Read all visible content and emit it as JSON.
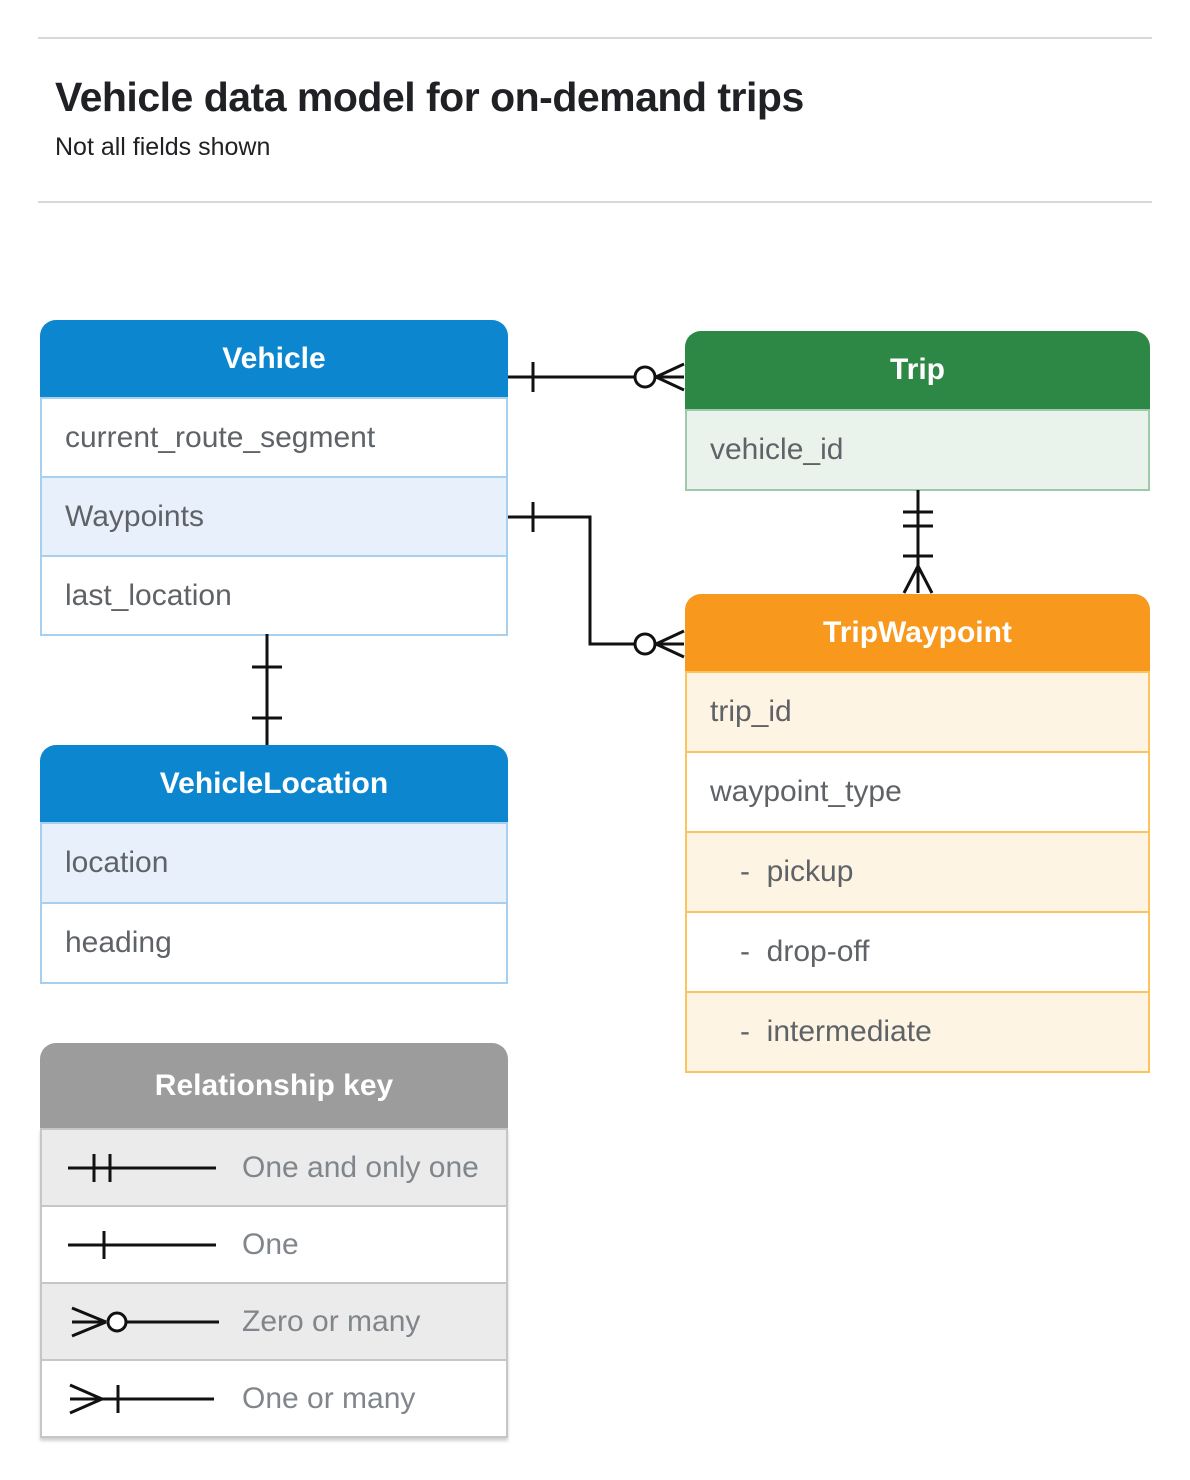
{
  "page": {
    "title": "Vehicle data model for on-demand trips",
    "subtitle": "Not all fields shown"
  },
  "tables": {
    "vehicle": {
      "title": "Vehicle",
      "fields": [
        "current_route_segment",
        "Waypoints",
        "last_location"
      ]
    },
    "trip": {
      "title": "Trip",
      "fields": [
        "vehicle_id"
      ]
    },
    "tripWaypoint": {
      "title": "TripWaypoint",
      "fields": [
        "trip_id",
        "waypoint_type",
        "-  pickup",
        "-  drop-off",
        "-  intermediate"
      ]
    },
    "vehicleLocation": {
      "title": "VehicleLocation",
      "fields": [
        "location",
        "heading"
      ]
    }
  },
  "legend": {
    "title": "Relationship key",
    "items": [
      {
        "symbol": "one-and-only-one",
        "label": "One and only one"
      },
      {
        "symbol": "one",
        "label": "One"
      },
      {
        "symbol": "zero-or-many",
        "label": "Zero or many"
      },
      {
        "symbol": "one-or-many",
        "label": "One or many"
      }
    ]
  },
  "relationships": [
    {
      "from": "Vehicle",
      "to": "Trip",
      "from_cardinality": "one",
      "to_cardinality": "zero-or-many"
    },
    {
      "from": "Vehicle.Waypoints",
      "to": "TripWaypoint",
      "from_cardinality": "one",
      "to_cardinality": "zero-or-many"
    },
    {
      "from": "Trip",
      "to": "TripWaypoint",
      "from_cardinality": "one-and-only-one",
      "to_cardinality": "one-or-many"
    },
    {
      "from": "Vehicle",
      "to": "VehicleLocation",
      "from_cardinality": "one",
      "to_cardinality": "one"
    }
  ],
  "colors": {
    "blue_header": "#0d86d0",
    "blue_tint_row": "#e8f1fb",
    "blue_border": "#a9cfee",
    "green_header": "#2d8745",
    "green_tint_row": "#e9f3ec",
    "green_border": "#9fc9ab",
    "orange_header": "#f8981d",
    "orange_tint_row": "#fdf4e3",
    "orange_border": "#fbc45c",
    "gray_header": "#9c9c9c",
    "gray_tint_row": "#ebebeb",
    "connector": "#111111",
    "field_text": "#5f6368",
    "title_text": "#202124"
  }
}
